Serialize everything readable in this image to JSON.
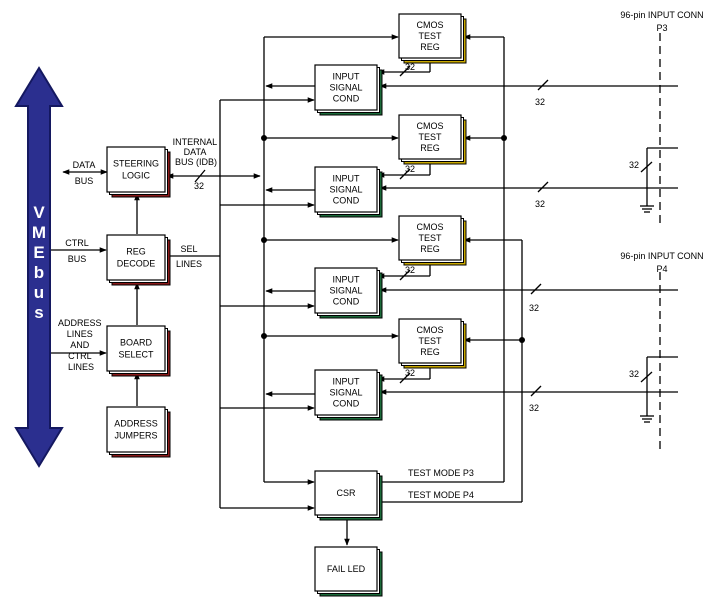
{
  "vmebus": {
    "label": "VMEbus",
    "color": "#2b2f8f",
    "edge_color": "#141860"
  },
  "colors": {
    "red_shadow": "#8b1a1a",
    "green_shadow": "#1b6b3a",
    "yellow_shadow": "#c9a800"
  },
  "blocks": {
    "steering_logic": [
      "STEERING",
      "LOGIC"
    ],
    "reg_decode": [
      "REG",
      "DECODE"
    ],
    "board_select": [
      "BOARD",
      "SELECT"
    ],
    "address_jumpers": [
      "ADDRESS",
      "JUMPERS"
    ],
    "cmos_test_reg": [
      "CMOS",
      "TEST",
      "REG"
    ],
    "input_signal_cond": [
      "INPUT",
      "SIGNAL",
      "COND"
    ],
    "csr": "CSR",
    "fail_led": "FAIL LED"
  },
  "labels": {
    "data_bus": [
      "DATA",
      "BUS"
    ],
    "ctrl_bus": [
      "CTRL",
      "BUS"
    ],
    "address_lines": [
      "ADDRESS",
      "LINES",
      "AND",
      "CTRL",
      "LINES"
    ],
    "internal_data_bus": [
      "INTERNAL",
      "DATA",
      "BUS (IDB)"
    ],
    "sel_lines": [
      "SEL",
      "LINES"
    ],
    "width": "32",
    "conn_p3": [
      "96-pin INPUT CONN",
      "P3"
    ],
    "conn_p4": [
      "96-pin INPUT CONN",
      "P4"
    ],
    "test_mode_p3": "TEST MODE P3",
    "test_mode_p4": "TEST MODE P4"
  }
}
